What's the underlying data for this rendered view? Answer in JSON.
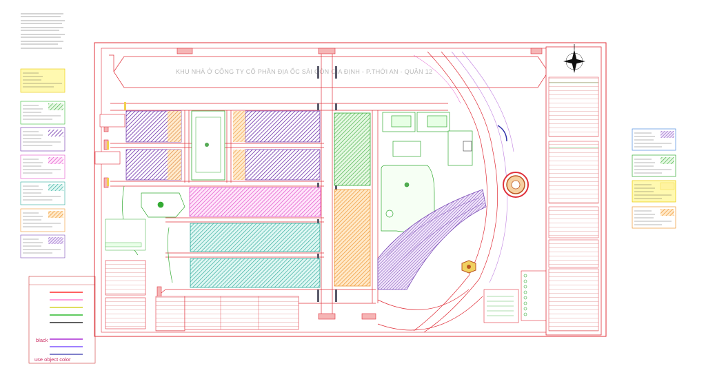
{
  "plan": {
    "title": "KHU NHÀ Ở CÔNG TY CỔ PHẦN ĐỊA ỐC SÀI GÒN GIA ĐỊNH - P.THỚI AN - QUẬN 12"
  },
  "legend_bottom": {
    "items": [
      {
        "label": "",
        "color": "#ff0000"
      },
      {
        "label": "",
        "color": "#ff66cc"
      },
      {
        "label": "",
        "color": "#cccc00"
      },
      {
        "label": "",
        "color": "#00aa00"
      },
      {
        "label": "",
        "color": "#000000"
      },
      {
        "label": "",
        "color": "#9900cc"
      },
      {
        "label": "",
        "color": "#6633ff"
      },
      {
        "label": "",
        "color": "#3333aa"
      }
    ],
    "black_label": "black",
    "object_color_label": "use object color"
  },
  "colors": {
    "frame": "#e0303a",
    "purple_block": "#7b3fb0",
    "pink_block": "#e25ad0",
    "cyan_block": "#33b8a8",
    "orange_block": "#f0a040",
    "green_block": "#55c050",
    "yellow_box": "#fff6a0",
    "road": "#e0303a"
  }
}
